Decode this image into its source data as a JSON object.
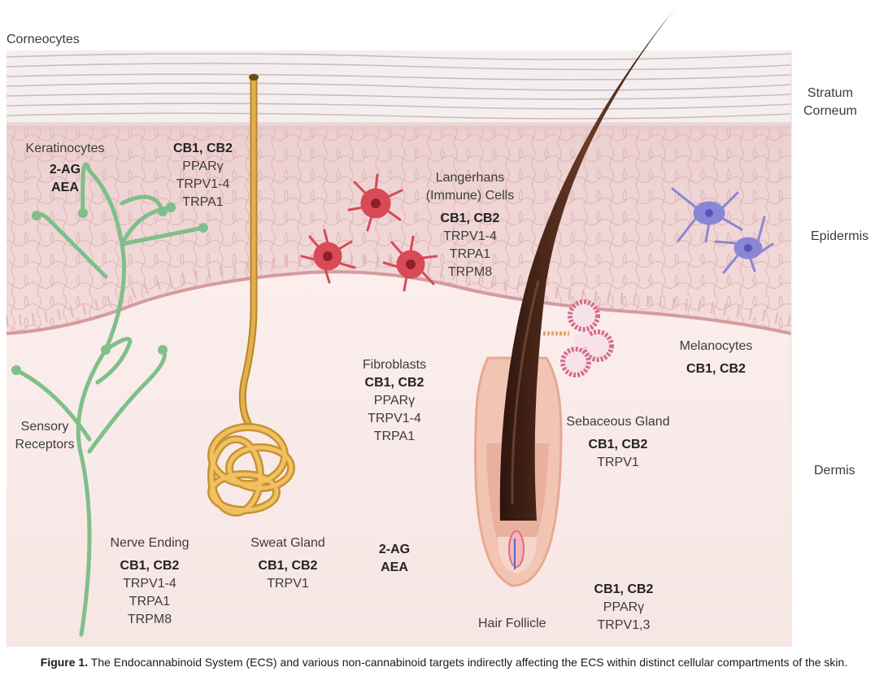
{
  "layers": {
    "corneocytes": "Corneocytes",
    "stratum_corneum": [
      "Stratum",
      "Corneum"
    ],
    "epidermis": "Epidermis",
    "dermis": "Dermis"
  },
  "keratinocytes": {
    "title": "Keratinocytes",
    "targets": [
      "2-AG",
      "AEA"
    ]
  },
  "keratinocyte_receptors": [
    "CB1, CB2",
    "PPARγ",
    "TRPV1-4",
    "TRPA1"
  ],
  "langerhans": {
    "title": [
      "Langerhans",
      "(Immune) Cells"
    ],
    "targets": [
      "CB1, CB2",
      "TRPV1-4",
      "TRPA1",
      "TRPM8"
    ]
  },
  "melanocytes": {
    "title": "Melanocytes",
    "targets": [
      "CB1, CB2"
    ]
  },
  "fibroblasts": {
    "title": "Fibroblasts",
    "targets": [
      "CB1, CB2",
      "PPARγ",
      "TRPV1-4",
      "TRPA1"
    ]
  },
  "sebaceous": {
    "title": "Sebaceous Gland",
    "targets": [
      "CB1, CB2",
      "TRPV1"
    ]
  },
  "sensory": {
    "title": [
      "Sensory",
      "Receptors"
    ]
  },
  "nerve_ending": {
    "title": "Nerve Ending",
    "targets": [
      "CB1, CB2",
      "TRPV1-4",
      "TRPA1",
      "TRPM8"
    ]
  },
  "sweat_gland": {
    "title": "Sweat Gland",
    "targets": [
      "CB1, CB2",
      "TRPV1"
    ]
  },
  "dermis_ligands": [
    "2-AG",
    "AEA"
  ],
  "hair_follicle": {
    "title": "Hair Follicle",
    "targets": [
      "CB1, CB2",
      "PPARγ",
      "TRPV1,3"
    ]
  },
  "caption": {
    "label": "Figure 1.",
    "text": "The Endocannabinoid System (ECS) and various non-cannabinoid targets indirectly affecting the ECS within distinct cellular compartments of the skin."
  },
  "colors": {
    "dermis": "#f7e9e8",
    "epidermis": "#f1d3d3",
    "corneum": "#f2eaea",
    "nerve": "#7fbf8a",
    "sweat_gland": "#d9a441",
    "langerhans": "#d84a56",
    "melanocyte": "#8a86d6",
    "hair": "#4a2417"
  }
}
